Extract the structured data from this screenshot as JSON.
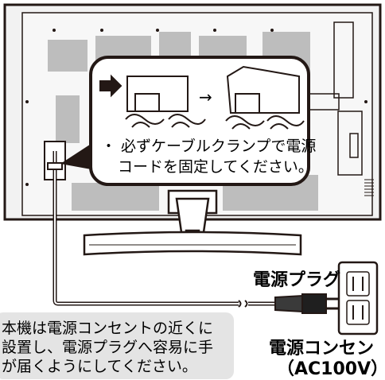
{
  "callout": {
    "line1": "・ 必ずケーブルクランプで電源",
    "line2": "コードを固定してください。",
    "arrow": "→"
  },
  "labels": {
    "plug": "電源プラグ",
    "outlet_line1": "電源コンセン",
    "outlet_line2": "（AC100V）"
  },
  "note": {
    "line1": "本機は電源コンセントの近くに",
    "line2": "設置し、電源プラグへ容易に手",
    "line3": "が届くようにしてください。"
  },
  "colors": {
    "outline": "#231815",
    "panel": "#f2f2f2",
    "pattern": "#bdbdbd",
    "note_bg": "#e4e4e4"
  }
}
